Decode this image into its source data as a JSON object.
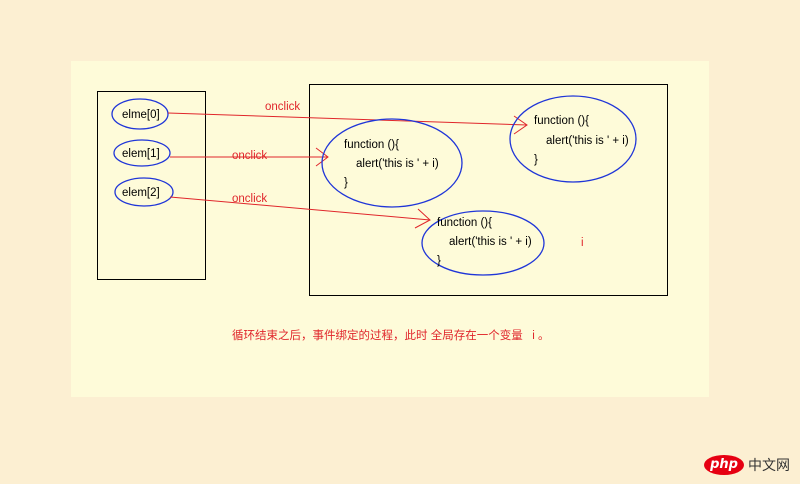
{
  "elements": [
    {
      "label": "elme[0]"
    },
    {
      "label": "elem[1]"
    },
    {
      "label": "elem[2]"
    }
  ],
  "event_label": "onclick",
  "function_lines": [
    "function (){",
    "alert('this is ' + i)",
    "}"
  ],
  "var_label": "i",
  "caption": "循环结束之后，事件绑定的过程，此时 全局存在一个变量   i 。",
  "watermark": {
    "logo": "php",
    "text": "中文网"
  },
  "colors": {
    "background": "#fcefd2",
    "canvas": "#fefbd9",
    "ellipse": "#1f35d8",
    "arrow": "#e0262b"
  }
}
